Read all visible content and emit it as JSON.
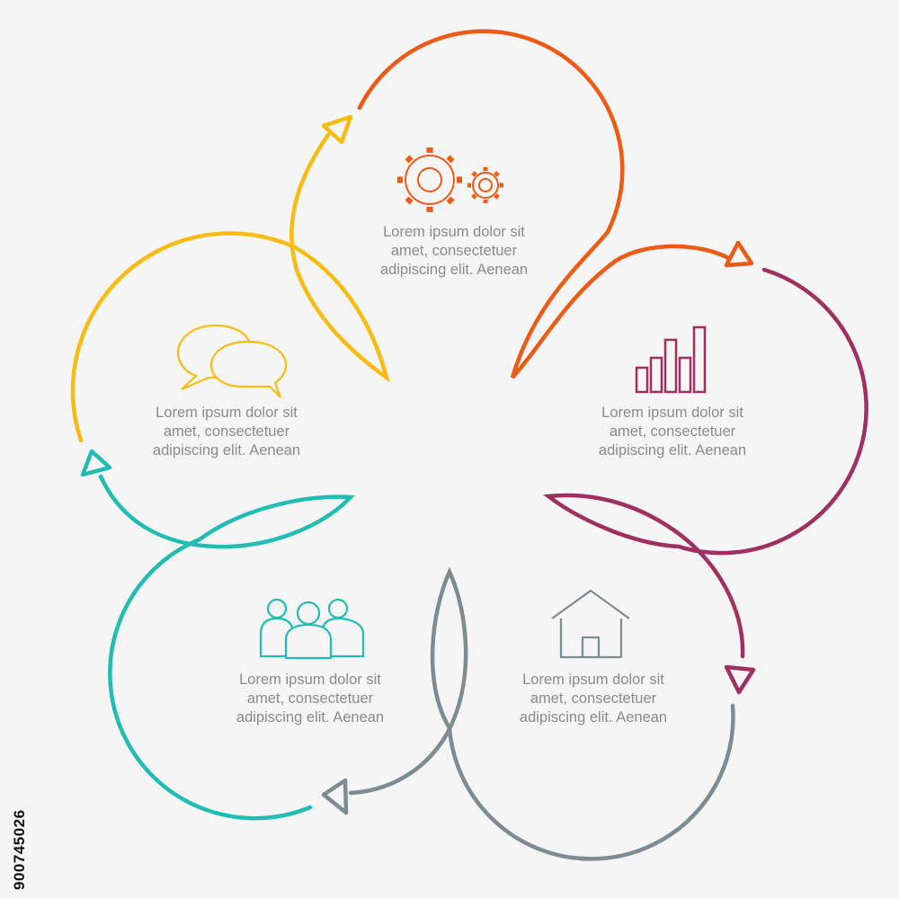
{
  "colors": {
    "background": "#f5f5f5",
    "top": "#ec5a14",
    "right": "#a0305f",
    "bottom_right": "#7d8c92",
    "bottom_left": "#22bdb2",
    "left": "#f7bb12",
    "text": "#8a8a8a"
  },
  "segments": [
    {
      "id": "top",
      "icon": "gears-icon",
      "lines": [
        "Lorem ipsum dolor sit",
        "amet, consectetuer",
        "adipiscing elit. Aenean"
      ]
    },
    {
      "id": "right",
      "icon": "bar-chart-icon",
      "lines": [
        "Lorem ipsum dolor sit",
        "amet, consectetuer",
        "adipiscing elit. Aenean"
      ]
    },
    {
      "id": "bottom_right",
      "icon": "house-icon",
      "lines": [
        "Lorem ipsum dolor sit",
        "amet, consectetuer",
        "adipiscing elit. Aenean"
      ]
    },
    {
      "id": "bottom_left",
      "icon": "people-group-icon",
      "lines": [
        "Lorem ipsum dolor sit",
        "amet, consectetuer",
        "adipiscing elit. Aenean"
      ]
    },
    {
      "id": "left",
      "icon": "speech-bubbles-icon",
      "lines": [
        "Lorem ipsum dolor sit",
        "amet, consectetuer",
        "adipiscing elit. Aenean"
      ]
    }
  ],
  "stock_id": "900745026"
}
